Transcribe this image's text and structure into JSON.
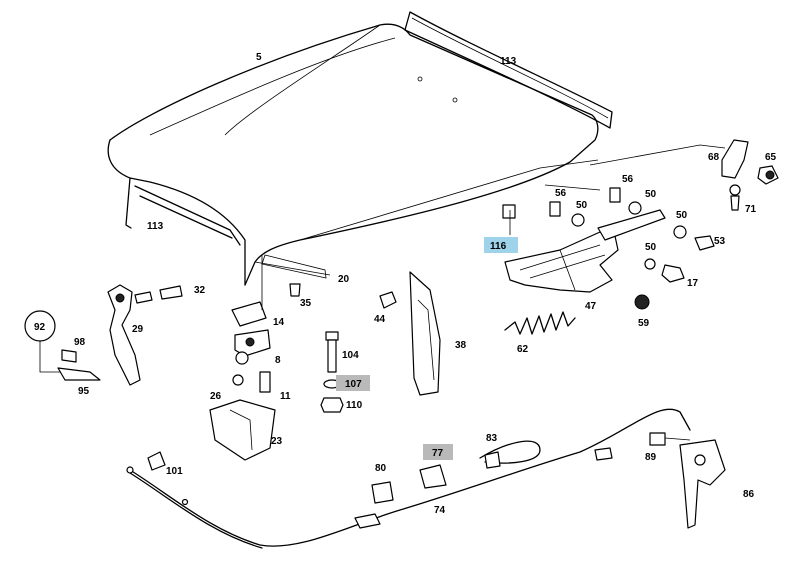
{
  "diagram": {
    "labels": {
      "l5": "5",
      "l113a": "113",
      "l113b": "113",
      "l68": "68",
      "l65": "65",
      "l56a": "56",
      "l56b": "56",
      "l50a": "50",
      "l50b": "50",
      "l50c": "50",
      "l50d": "50",
      "l71": "71",
      "l53": "53",
      "l116": "116",
      "l17": "17",
      "l47": "47",
      "l59": "59",
      "l62": "62",
      "l20": "20",
      "l32": "32",
      "l35": "35",
      "l92": "92",
      "l98": "98",
      "l95": "95",
      "l29": "29",
      "l14": "14",
      "l8": "8",
      "l44": "44",
      "l38": "38",
      "l104": "104",
      "l107": "107",
      "l110": "110",
      "l26": "26",
      "l11": "11",
      "l23": "23",
      "l101": "101",
      "l80": "80",
      "l77": "77",
      "l83": "83",
      "l89": "89",
      "l86": "86",
      "l74": "74"
    },
    "highlight_colors": {
      "blue": "#9fd3ea",
      "gray": "#b9b9b9"
    }
  }
}
